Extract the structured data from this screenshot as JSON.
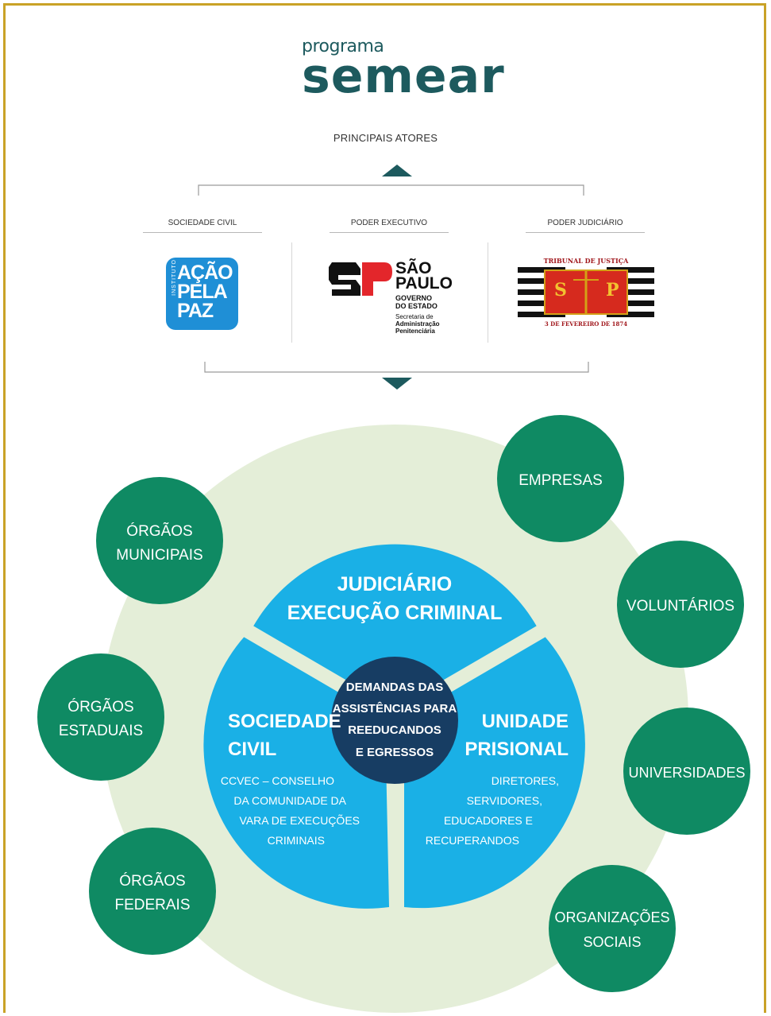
{
  "logo": {
    "line1": "programa",
    "line2": "semear"
  },
  "heading": "PRINCIPAIS ATORES",
  "columns": [
    {
      "label": "SOCIEDADE CIVIL"
    },
    {
      "label": "PODER EXECUTIVO"
    },
    {
      "label": "PODER JUDICIÁRIO"
    }
  ],
  "acao_pela_paz": {
    "instituto": "INSTITUTO",
    "w1": "AÇÃO",
    "w2": "PELA",
    "w3": "PAZ"
  },
  "sao_paulo": {
    "title1": "SÃO",
    "title2": "PAULO",
    "gov1": "GOVERNO",
    "gov2": "DO ESTADO",
    "sec1": "Secretaria de",
    "sec2": "Administração",
    "sec3": "Penitenciária"
  },
  "tribunal": {
    "top": "TRIBUNAL DE JUSTIÇA",
    "bottom": "3 DE FEVEREIRO DE 1874",
    "letter_left": "S",
    "letter_right": "P"
  },
  "center": {
    "l1": "DEMANDAS DAS",
    "l2": "ASSISTÊNCIAS PARA",
    "l3": "REEDUCANDOS",
    "l4": "E EGRESSOS"
  },
  "segments": {
    "top": {
      "l1": "JUDICIÁRIO",
      "l2": "EXECUÇÃO CRIMINAL"
    },
    "left": {
      "t1": "SOCIEDADE",
      "t2": "CIVIL",
      "d1": "CCVEC – CONSELHO",
      "d2": "DA COMUNIDADE DA",
      "d3": "VARA DE EXECUÇÕES",
      "d4": "CRIMINAIS"
    },
    "right": {
      "t1": "UNIDADE",
      "t2": "PRISIONAL",
      "d1": "DIRETORES,",
      "d2": "SERVIDORES,",
      "d3": "EDUCADORES E",
      "d4": "RECUPERANDOS"
    }
  },
  "circles": {
    "municipais": {
      "l1": "ÓRGÃOS",
      "l2": "MUNICIPAIS"
    },
    "estaduais": {
      "l1": "ÓRGÃOS",
      "l2": "ESTADUAIS"
    },
    "federais": {
      "l1": "ÓRGÃOS",
      "l2": "FEDERAIS"
    },
    "empresas": {
      "l1": "EMPRESAS"
    },
    "voluntarios": {
      "l1": "VOLUNTÁRIOS"
    },
    "universidades": {
      "l1": "UNIVERSIDADES"
    },
    "organizacoes": {
      "l1": "ORGANIZAÇÕES",
      "l2": "SOCIAIS"
    }
  },
  "colors": {
    "frame": "#c9a227",
    "brand": "#1d5a5e",
    "green": "#0f8a63",
    "light_bg": "#e4eed8",
    "cyan": "#00a8df",
    "navy": "#173d63"
  }
}
